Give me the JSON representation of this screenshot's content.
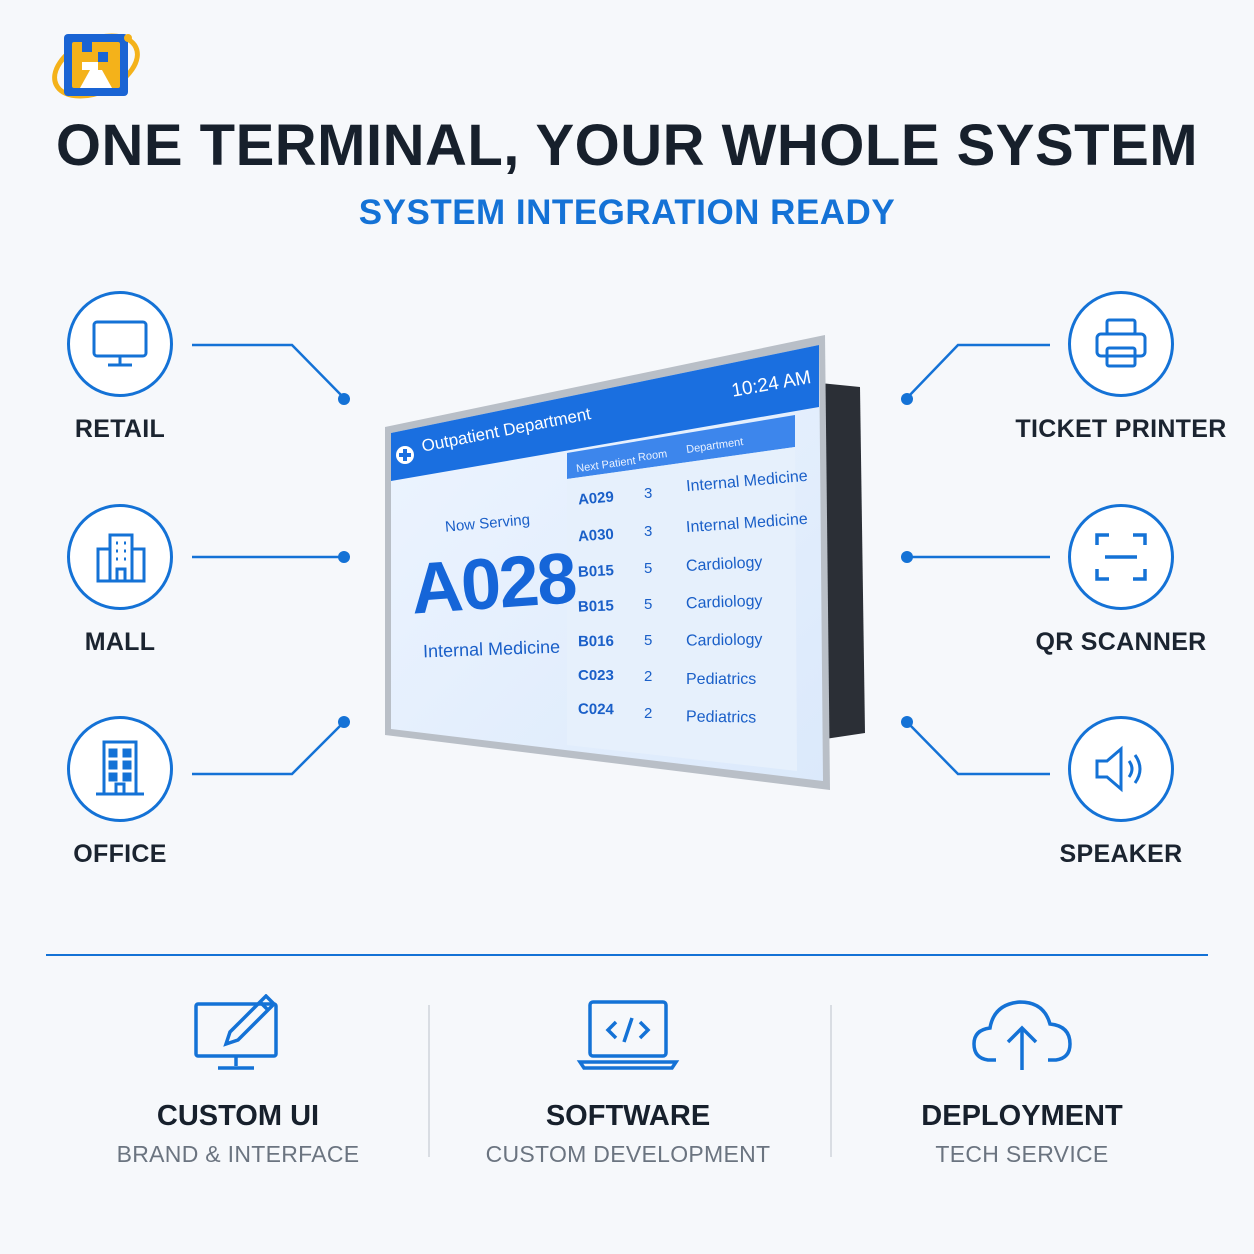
{
  "header": {
    "headline": "ONE TERMINAL, YOUR WHOLE SYSTEM",
    "subheadline": "SYSTEM INTEGRATION READY"
  },
  "features_left": [
    {
      "label": "RETAIL",
      "icon": "monitor-icon"
    },
    {
      "label": "MALL",
      "icon": "building-icon"
    },
    {
      "label": "OFFICE",
      "icon": "office-building-icon"
    }
  ],
  "features_right": [
    {
      "label": "TICKET PRINTER",
      "icon": "printer-icon"
    },
    {
      "label": "QR SCANNER",
      "icon": "qr-scan-icon"
    },
    {
      "label": "SPEAKER",
      "icon": "speaker-icon"
    }
  ],
  "screen": {
    "department": "Outpatient Department",
    "time": "10:24 AM",
    "now_serving_label": "Now Serving",
    "now_serving_number": "A028",
    "now_serving_department": "Internal Medicine",
    "columns": [
      "Next Patient",
      "Room",
      "Department"
    ],
    "rows": [
      [
        "A029",
        "3",
        "Internal Medicine"
      ],
      [
        "A030",
        "3",
        "Internal Medicine"
      ],
      [
        "B015",
        "5",
        "Cardiology"
      ],
      [
        "B015",
        "5",
        "Cardiology"
      ],
      [
        "B016",
        "5",
        "Cardiology"
      ],
      [
        "C023",
        "2",
        "Pediatrics"
      ],
      [
        "C024",
        "2",
        "Pediatrics"
      ]
    ]
  },
  "services": [
    {
      "title": "CUSTOM UI",
      "subtitle": "BRAND & INTERFACE",
      "icon": "monitor-pen-icon"
    },
    {
      "title": "SOFTWARE",
      "subtitle": "CUSTOM DEVELOPMENT",
      "icon": "laptop-code-icon"
    },
    {
      "title": "DEPLOYMENT",
      "subtitle": "TECH SERVICE",
      "icon": "cloud-upload-icon"
    }
  ],
  "colors": {
    "accent": "#1472d6",
    "text": "#17202c",
    "muted": "#6b7480",
    "screen_header": "#1a6fe0"
  }
}
